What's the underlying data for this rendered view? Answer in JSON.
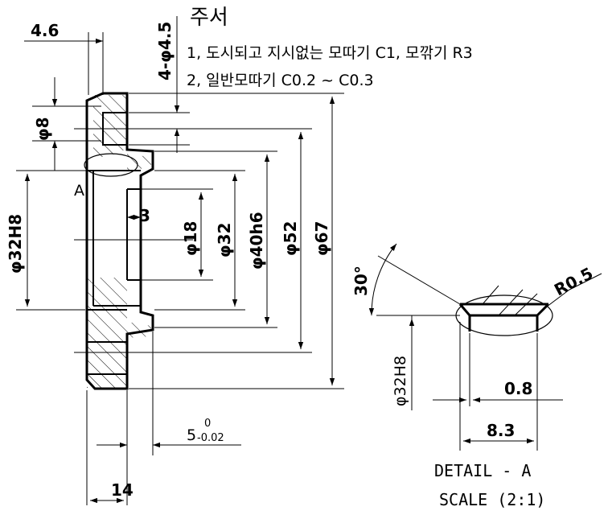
{
  "notes": {
    "title": "주서",
    "line1": "1, 도시되고 지시없는 모따기 C1, 모깎기 R3",
    "line2": "2, 일반모따기 C0.2 ~ C0.3"
  },
  "dimensions": {
    "d_4_6": "4.6",
    "d_4_phi4_5": "4-φ4.5",
    "d_phi8": "φ8",
    "d_phi32h8": "φ32H8",
    "d_3": "3",
    "d_phi18": "φ18",
    "d_phi32": "φ32",
    "d_phi40h6": "φ40h6",
    "d_phi52": "φ52",
    "d_phi67": "φ67",
    "d_5_main": "5",
    "d_5_upper": "0",
    "d_5_lower": "-0.02",
    "d_14": "14",
    "label_a": "A"
  },
  "detail": {
    "angle": "30°",
    "radius": "R0.5",
    "bore": "φ32H8",
    "d_0_8": "0.8",
    "d_8_3": "8.3",
    "caption1": "DETAIL - A",
    "caption2": "SCALE (2:1)"
  }
}
